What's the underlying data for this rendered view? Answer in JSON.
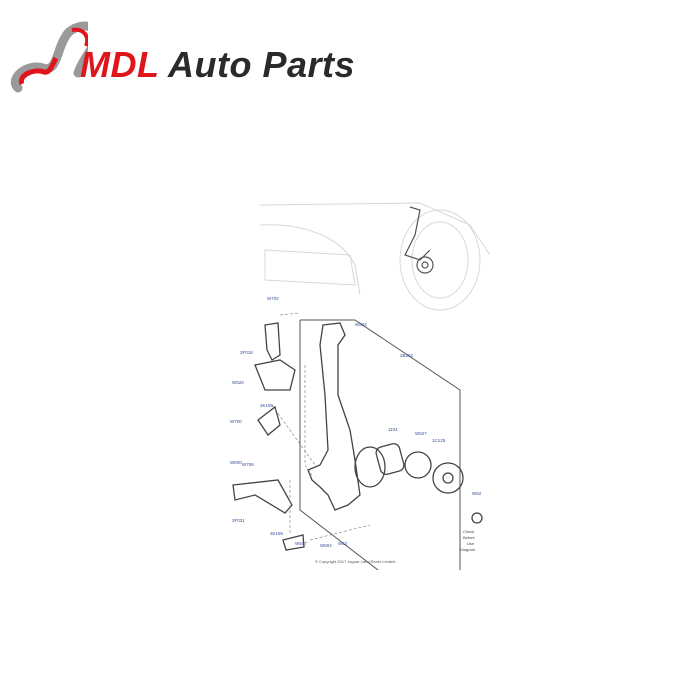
{
  "logo": {
    "brand_red": "MDL",
    "brand_dark": "Auto Parts",
    "colors": {
      "red": "#e0141b",
      "dark": "#2a2a2a",
      "silver": "#9a9a9a"
    }
  },
  "diagram": {
    "callouts": [
      "W702",
      "W504",
      "3F018",
      "W520",
      "W700",
      "3K185",
      "W500",
      "3F031",
      "3K186",
      "3B392",
      "W507",
      "W504",
      "1104",
      "W527",
      "1C125",
      "W52",
      "W706",
      "W52"
    ],
    "note_lines": [
      "Check",
      "Before",
      "Use",
      "Diagram"
    ],
    "copyright": "© Copyright 2017 Jaguar Land Rover Limited"
  }
}
